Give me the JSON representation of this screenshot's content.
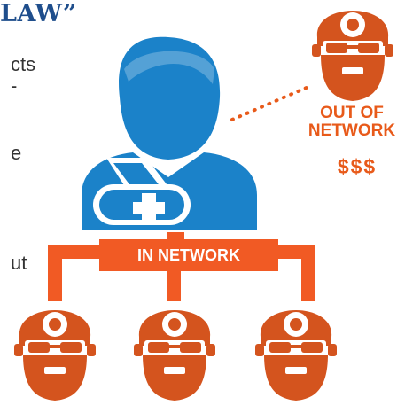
{
  "title": "LAW”",
  "text_fragments": [
    "cts",
    "-",
    "e",
    "ut"
  ],
  "out_of_network": {
    "line1": "OUT OF",
    "line2": "NETWORK",
    "dollars": "$$$"
  },
  "in_network": {
    "label": "IN NETWORK"
  },
  "colors": {
    "patient_blue": "#1b82c9",
    "doctor_orange": "#d4541e",
    "network_orange": "#f15a24",
    "title_navy": "#1f4e8c"
  },
  "icons": [
    "patient-icon",
    "doctor-icon"
  ]
}
